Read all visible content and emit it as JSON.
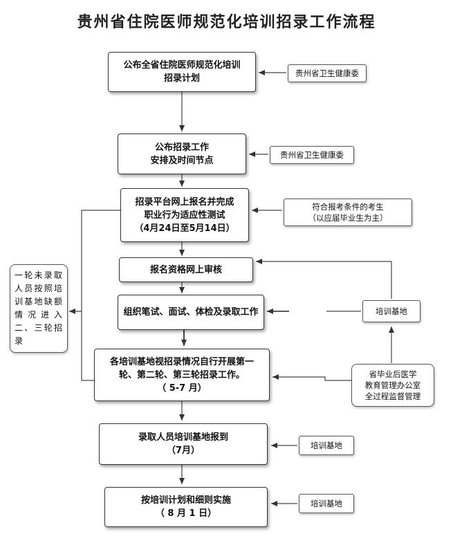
{
  "title": "贵州省住院医师规范化培训招录工作流程",
  "steps": [
    {
      "line1": "公布全省住院医师规范化培训",
      "line2": "招录计划",
      "line3": ""
    },
    {
      "line1": "公布招录工作",
      "line2": "安排及时间节点",
      "line3": ""
    },
    {
      "line1": "招录平台网上报名并完成",
      "line2": "职业行为适应性测试",
      "line3": "（4月24日至5月14日）"
    },
    {
      "line1": "报名资格网上审核",
      "line2": "",
      "line3": ""
    },
    {
      "line1": "组织笔试、面试、体检及录取工作",
      "line2": "",
      "line3": ""
    },
    {
      "line1": "各培训基地视招录情况自行开展第一",
      "line2": "轮、第二轮、第三轮招录工作。",
      "line3": "（ 5-7 月）"
    },
    {
      "line1": "录取人员培训基地报到",
      "line2": "（7月）",
      "line3": ""
    },
    {
      "line1": "按培训计划和细则实施",
      "line2": "（ 8 月 1 日）",
      "line3": ""
    }
  ],
  "side_notes": {
    "health_commission_1": "贵州省卫生健康委",
    "health_commission_2": "贵州省卫生健康委",
    "eligible_line1": "符合报考条件的考生",
    "eligible_line2": "（以应届毕业生为主）",
    "training_base_top": "培训基地",
    "office_line1": "省毕业后医学",
    "office_line2": "教育管理办公室",
    "office_line3": "全过程监督管理",
    "training_base_2": "培训基地",
    "training_base_3": "培训基地"
  },
  "left_note": "一轮未录取人员按照培训基地缺额情况进入二、三轮招录"
}
